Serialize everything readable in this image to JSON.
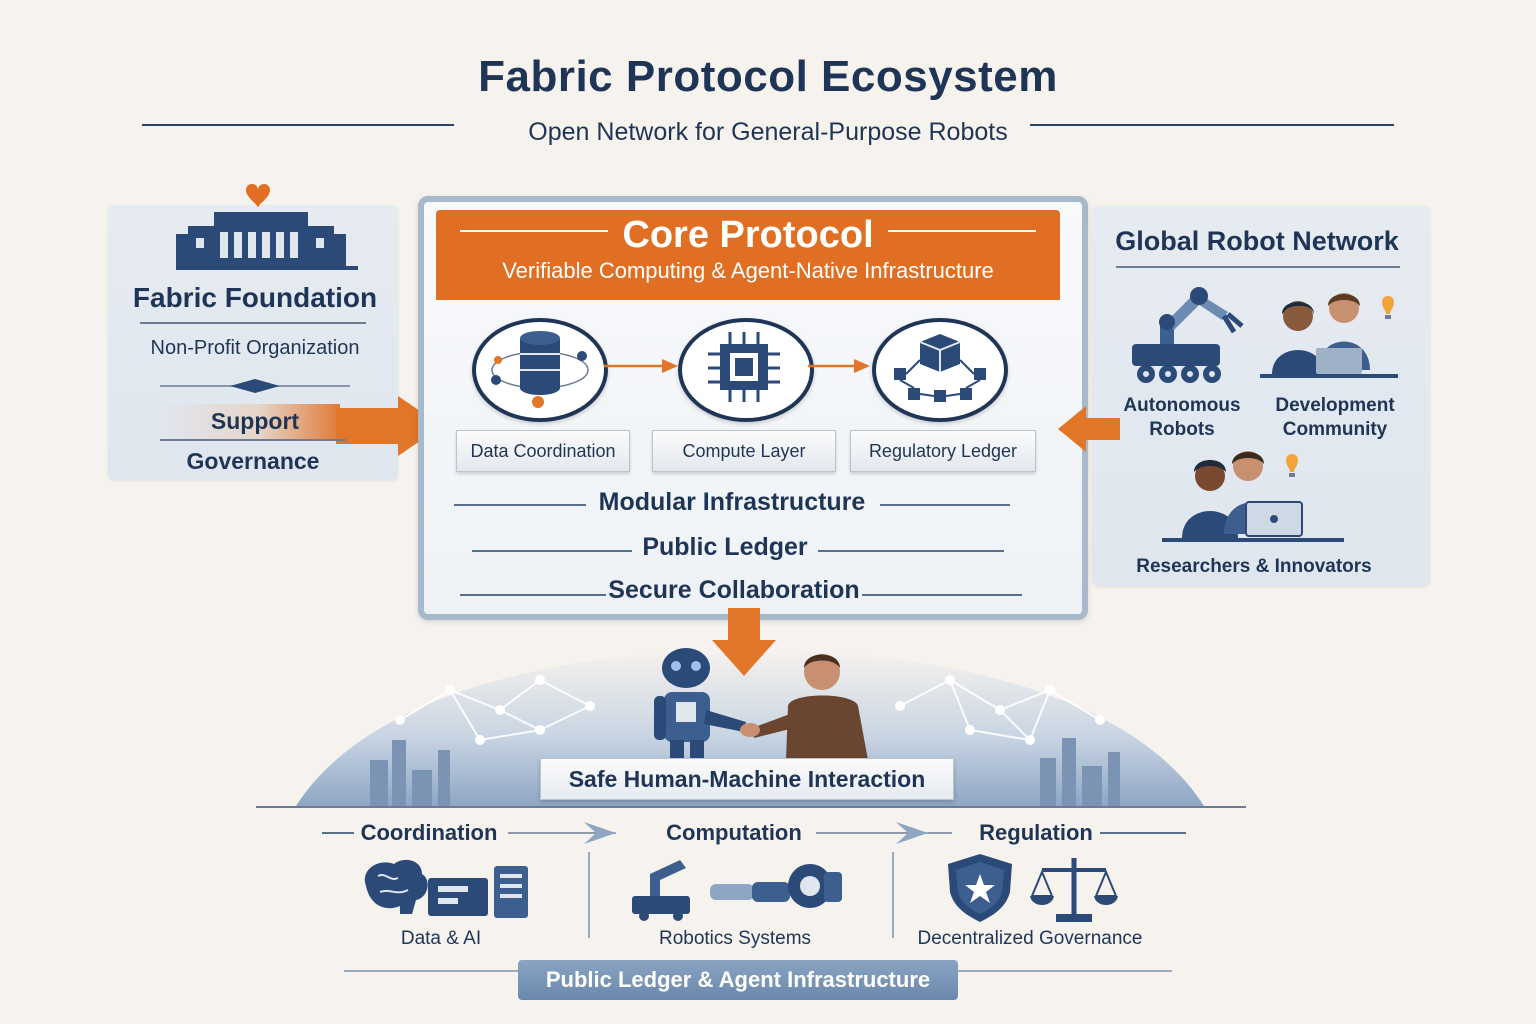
{
  "header": {
    "title": "Fabric Protocol Ecosystem",
    "subtitle": "Open Network for General-Purpose Robots"
  },
  "left_panel": {
    "title": "Fabric Foundation",
    "subtitle": "Non-Profit Organization",
    "items": [
      "Support",
      "Governance"
    ]
  },
  "core": {
    "title": "Core Protocol",
    "subtitle": "Verifiable Computing & Agent-Native Infrastructure",
    "components": [
      "Data Coordination",
      "Compute Layer",
      "Regulatory Ledger"
    ],
    "features": [
      "Modular Infrastructure",
      "Public Ledger",
      "Secure Collaboration"
    ]
  },
  "right_panel": {
    "title": "Global Robot Network",
    "members": [
      "Autonomous Robots",
      "Development Community",
      "Researchers & Innovators"
    ]
  },
  "interaction": {
    "label": "Safe Human-Machine Interaction"
  },
  "pillars": [
    {
      "heading": "Coordination",
      "label": "Data & AI"
    },
    {
      "heading": "Computation",
      "label": "Robotics Systems"
    },
    {
      "heading": "Regulation",
      "label": "Decentralized Governance"
    }
  ],
  "footer": {
    "label": "Public Ledger & Agent Infrastructure"
  },
  "colors": {
    "navy": "#1f3556",
    "orange": "#e06f23",
    "steel": "#6a88ac",
    "background": "#f6f2ee"
  }
}
